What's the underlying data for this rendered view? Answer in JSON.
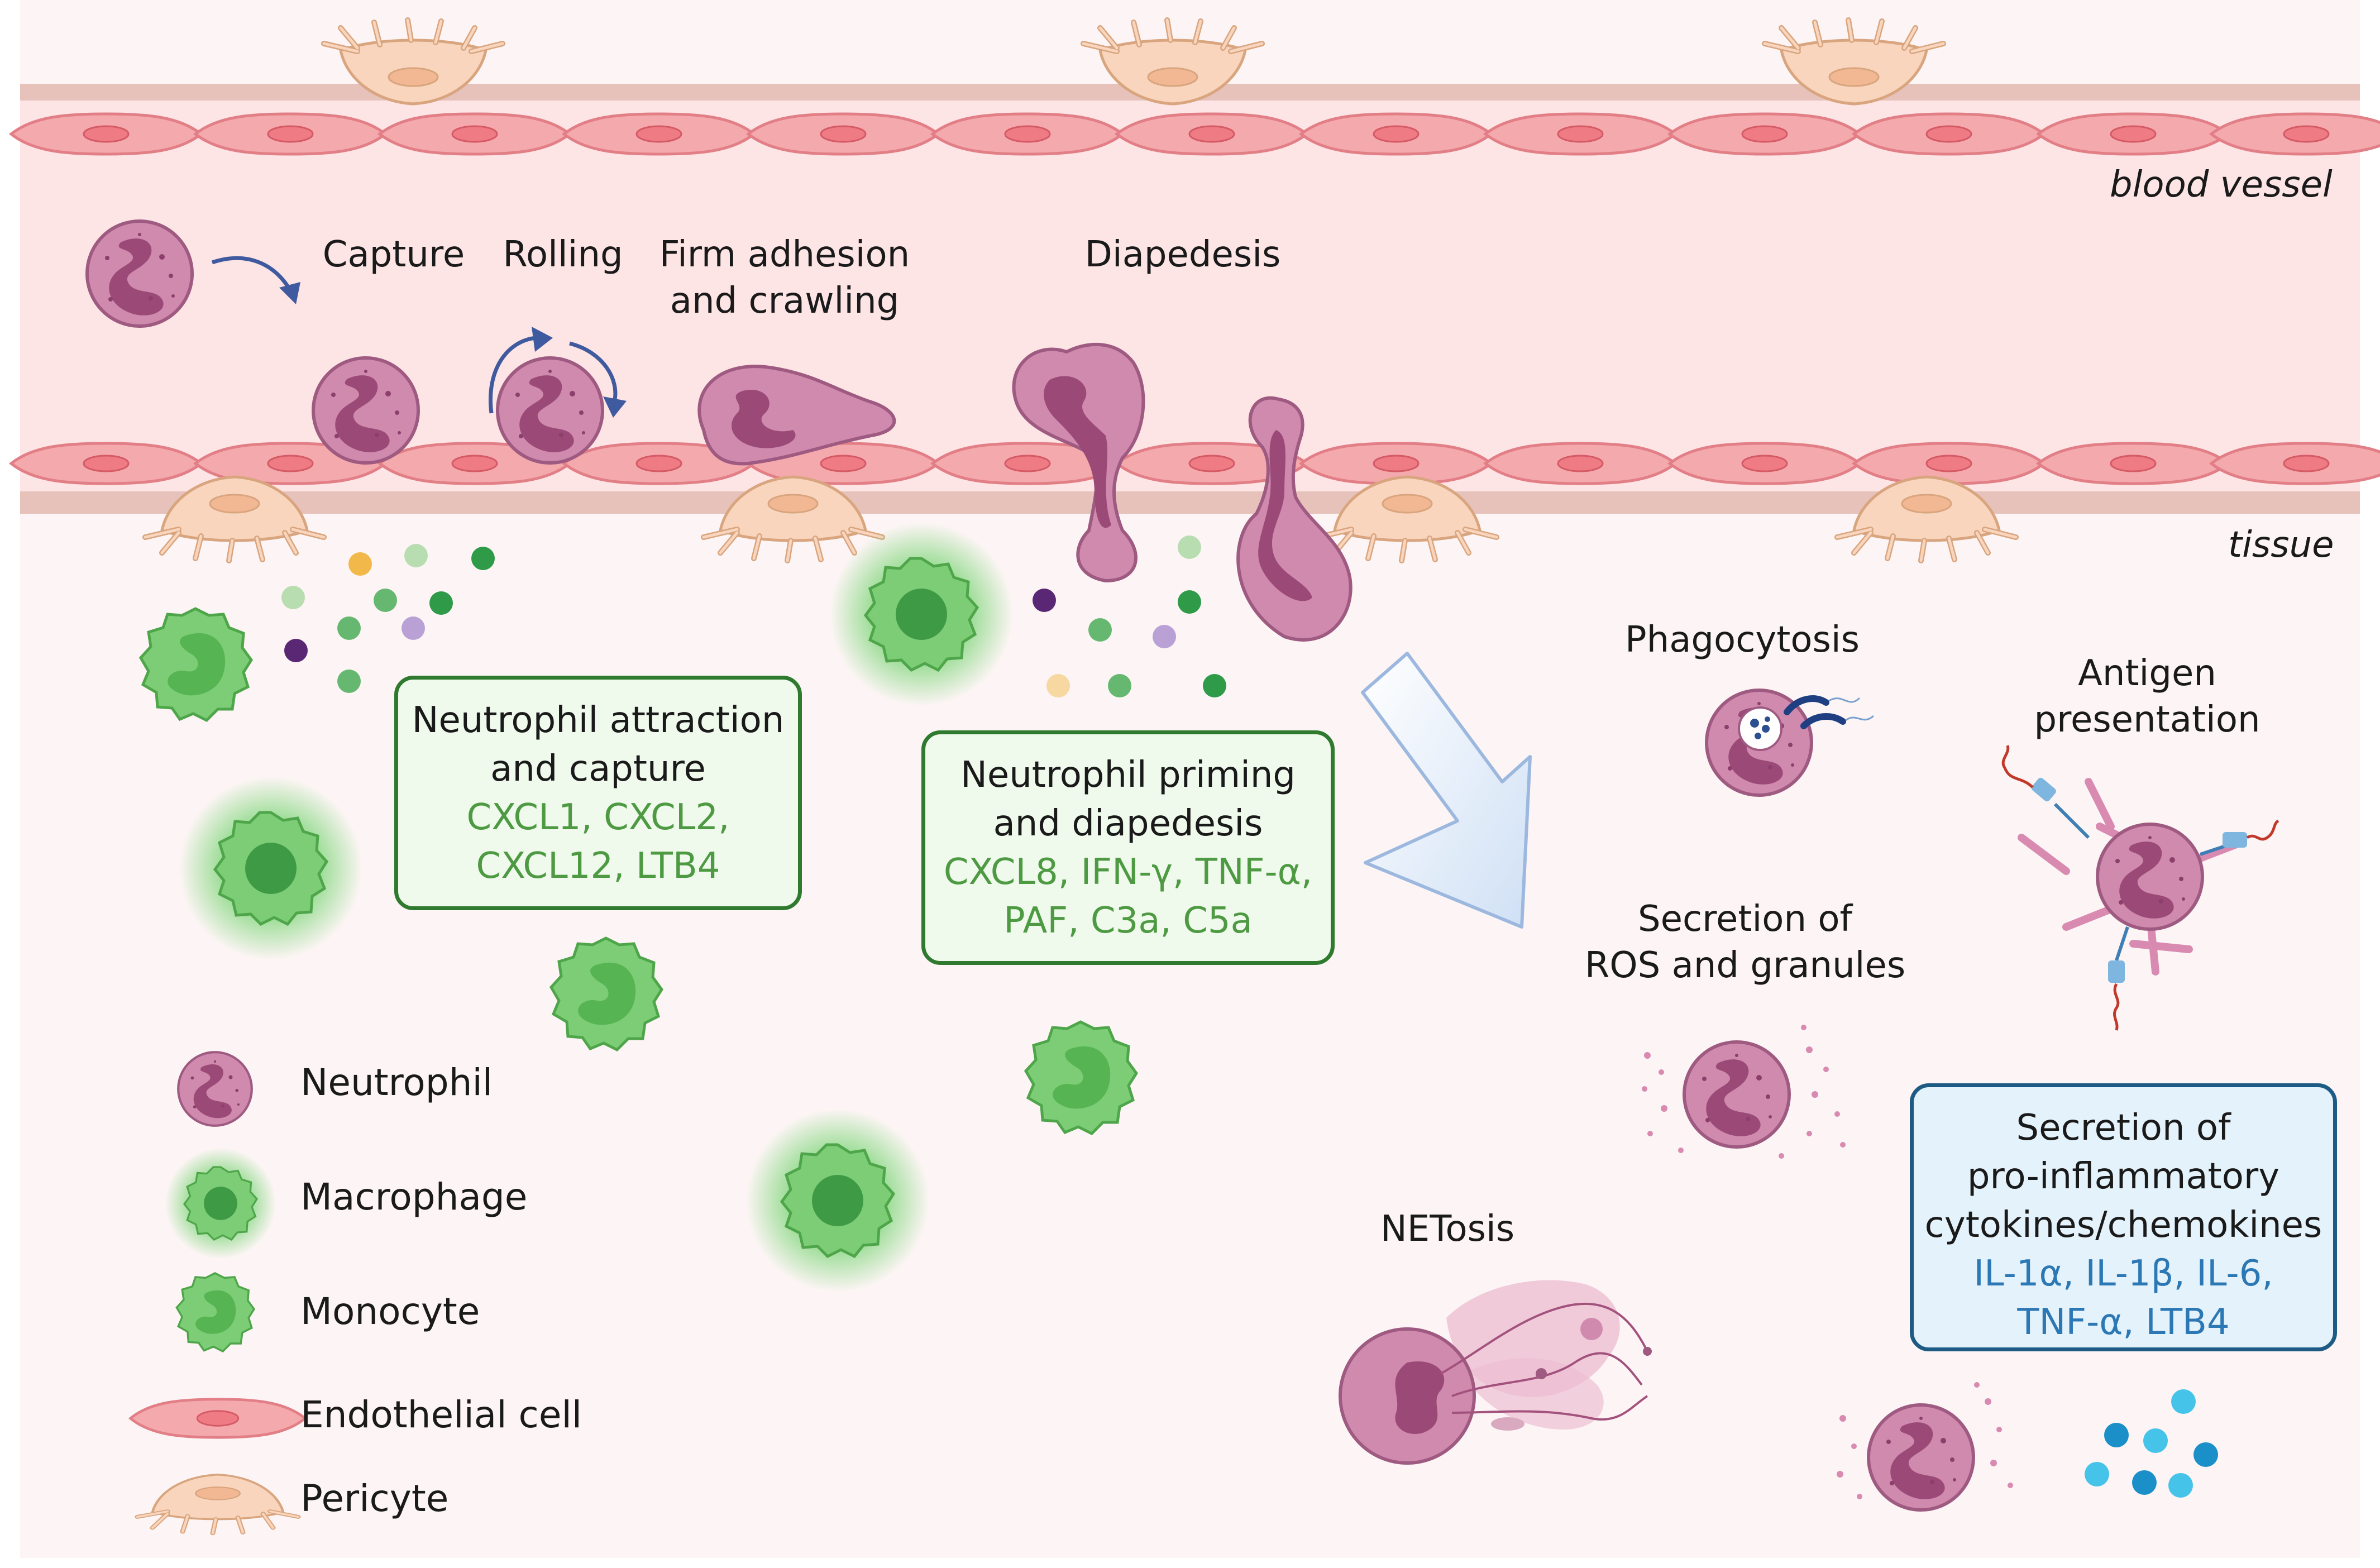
{
  "regions": {
    "vessel": "blood vessel",
    "tissue": "tissue"
  },
  "steps": {
    "capture": "Capture",
    "rolling": "Rolling",
    "adhesion_1": "Firm adhesion",
    "adhesion_2": "and crawling",
    "diapedesis": "Diapedesis"
  },
  "box_attraction": {
    "title_1": "Neutrophil attraction",
    "title_2": "and capture",
    "cyto_1": "CXCL1, CXCL2,",
    "cyto_2": "CXCL12, LTB4"
  },
  "box_priming": {
    "title_1": "Neutrophil priming",
    "title_2": "and diapedesis",
    "cyto_1": "CXCL8, IFN-γ, TNF-α,",
    "cyto_2": "PAF, C3a, C5a"
  },
  "box_secretion": {
    "title_1": "Secretion of",
    "title_2": "pro-inflammatory",
    "title_3": "cytokines/chemokines",
    "cyto_1": "IL-1α, IL-1β, IL-6,",
    "cyto_2": "TNF-α, LTB4"
  },
  "functions": {
    "phagocytosis": "Phagocytosis",
    "antigen_1": "Antigen",
    "antigen_2": "presentation",
    "ros_1": "Secretion of",
    "ros_2": "ROS and granules",
    "netosis": "NETosis"
  },
  "legend": {
    "neutrophil": "Neutrophil",
    "macrophage": "Macrophage",
    "monocyte": "Monocyte",
    "endothelial": "Endothelial cell",
    "pericyte": "Pericyte"
  },
  "colors": {
    "vessel_lumen": "#fde6e6",
    "tissue": "#fdf6f6",
    "endothelial": "#f4a9ad",
    "neutrophil": "#cf8aae",
    "nucleus": "#9b4a78",
    "pericyte": "#f9d5bd",
    "macrophage": "#6cc867",
    "arrow": "#3f5a9e"
  }
}
